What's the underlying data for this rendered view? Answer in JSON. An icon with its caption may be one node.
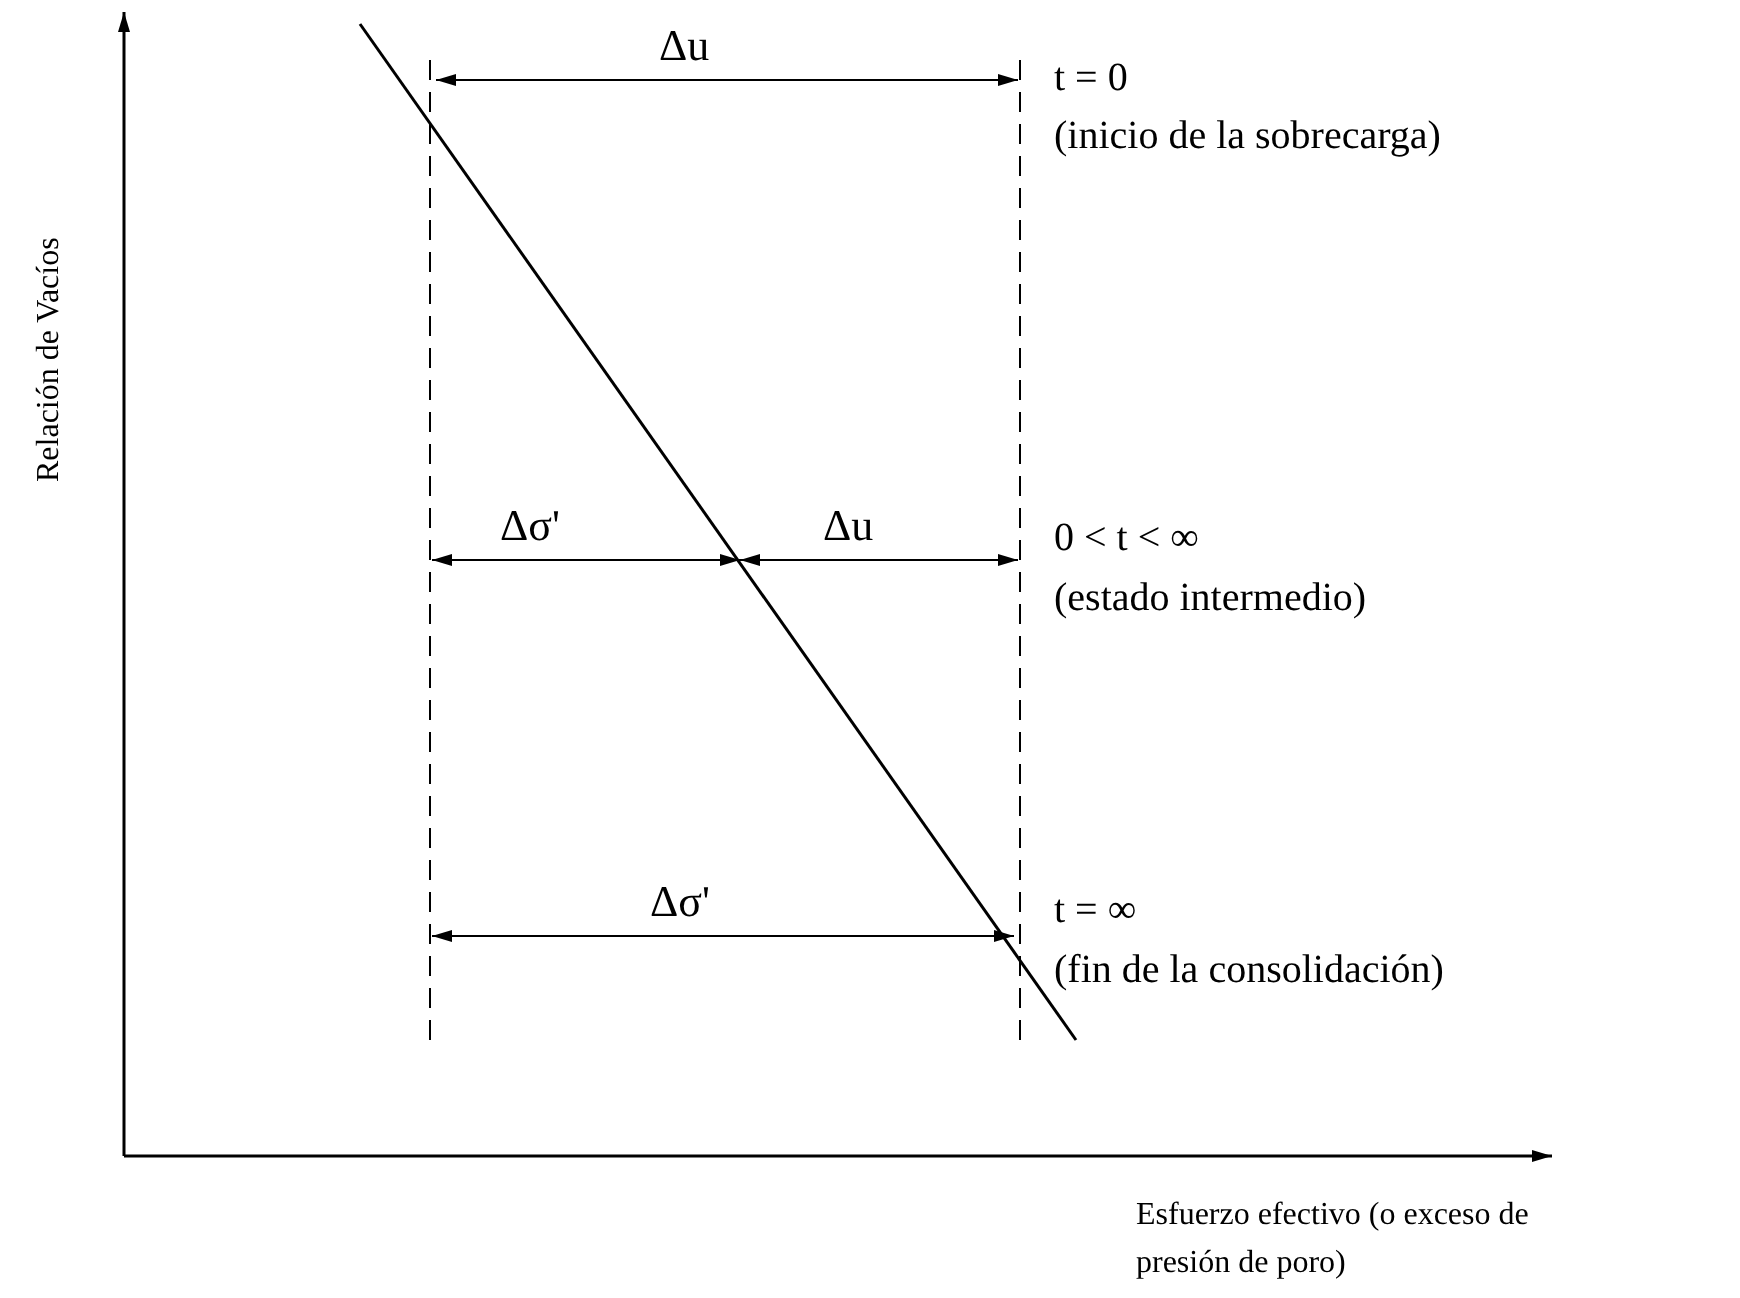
{
  "diagram": {
    "labels": [
      "Relación de Vacíos",
      "Δu",
      "t = 0",
      "(inicio de la sobrecarga)",
      "Δσ'",
      "Δu",
      "0 < t < ∞",
      "(estado intermedio)",
      "Δσ'",
      "t = ∞",
      "(fin de la consolidación)",
      "Esfuerzo efectivo (o exceso de presión de poro)"
    ]
  }
}
